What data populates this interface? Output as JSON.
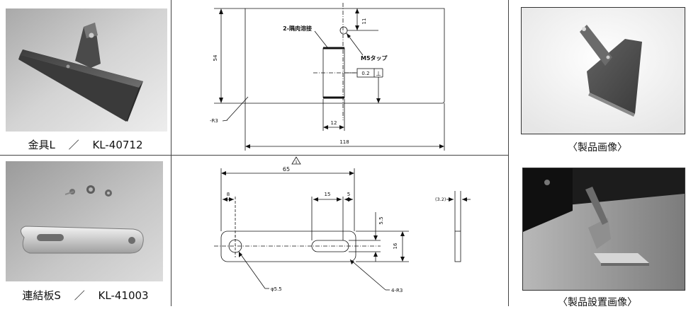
{
  "products": [
    {
      "caption_name": "金具L",
      "caption_sep": "／",
      "caption_code": "KL-40712"
    },
    {
      "caption_name": "連結板S",
      "caption_sep": "／",
      "caption_code": "KL-41003"
    }
  ],
  "right_captions": {
    "product_image": "〈製品画像〉",
    "installed_image": "〈製品設置画像〉"
  },
  "drawing1": {
    "weld_label": "2-隅肉溶接",
    "tap_label": "M5タップ",
    "dim_11": "11",
    "dim_54": "54",
    "dim_02": "0.2",
    "perp_symbol": "⊥",
    "dim_r3": "-R3",
    "dim_12": "12",
    "dim_118": "118"
  },
  "drawing2": {
    "dim_65": "65",
    "revision_mark": "1",
    "dim_8": "8",
    "dim_15": "15",
    "dim_5": "5",
    "dim_55": "5.5",
    "dim_16": "16",
    "dim_32": "(3.2)",
    "hole_label": "φ5.5",
    "corner_label": "4-R3"
  }
}
